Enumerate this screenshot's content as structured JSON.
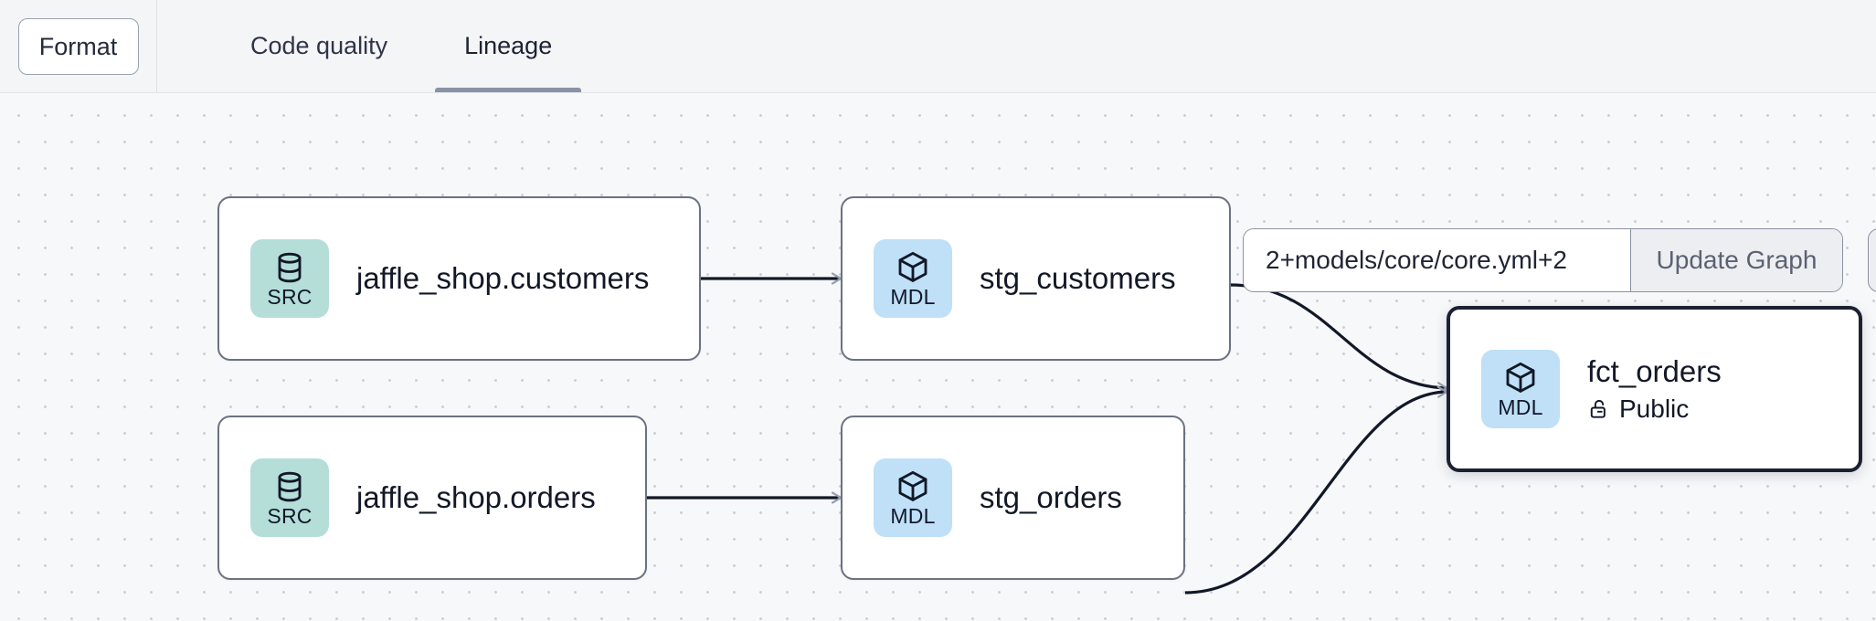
{
  "toolbar": {
    "format_label": "Format",
    "tabs": [
      {
        "label": "Code quality",
        "active": false
      },
      {
        "label": "Lineage",
        "active": true
      }
    ]
  },
  "controls": {
    "selector_value": "2+models/core/core.yml+2",
    "selector_placeholder": "2+models/core/core.yml+2",
    "update_button_label": "Update Graph"
  },
  "graph": {
    "nodes": [
      {
        "id": "jaffle_shop_customers",
        "title": "jaffle_shop.customers",
        "badge_label": "SRC",
        "badge_type": "src",
        "icon": "database-icon",
        "selected": false,
        "subtitle": null
      },
      {
        "id": "stg_customers",
        "title": "stg_customers",
        "badge_label": "MDL",
        "badge_type": "mdl",
        "icon": "cube-icon",
        "selected": false,
        "subtitle": null
      },
      {
        "id": "jaffle_shop_orders",
        "title": "jaffle_shop.orders",
        "badge_label": "SRC",
        "badge_type": "src",
        "icon": "database-icon",
        "selected": false,
        "subtitle": null
      },
      {
        "id": "stg_orders",
        "title": "stg_orders",
        "badge_label": "MDL",
        "badge_type": "mdl",
        "icon": "cube-icon",
        "selected": false,
        "subtitle": null
      },
      {
        "id": "fct_orders",
        "title": "fct_orders",
        "badge_label": "MDL",
        "badge_type": "mdl",
        "icon": "cube-icon",
        "selected": true,
        "subtitle": "Public",
        "subtitle_icon": "unlock-icon"
      }
    ]
  },
  "colors": {
    "src_badge": "#b5ded9",
    "mdl_badge": "#bfe0f7",
    "node_border": "#6b7280",
    "selected_border": "#1b2132",
    "canvas_bg": "#f7f8fa",
    "topbar_bg": "#f4f5f7",
    "edge_stroke": "#111827",
    "tab_underline": "#8a93a5"
  }
}
